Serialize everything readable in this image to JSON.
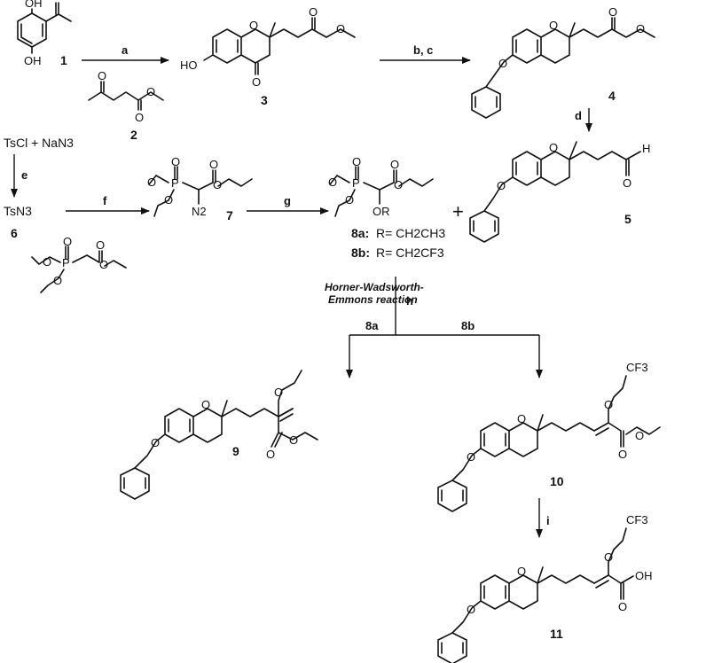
{
  "compounds": {
    "c1": "1",
    "c2": "2",
    "c3": "3",
    "c4": "4",
    "c5": "5",
    "c6": "6",
    "c7": "7",
    "c9": "9",
    "c10": "10",
    "c11": "11",
    "c8a_label": "8a:",
    "c8a_r": "R= CH2CH3",
    "c8b_label": "8b:",
    "c8b_r": "R= CH2CF3"
  },
  "reagents": {
    "tscl_nan3": "TsCl + NaN3",
    "tsn3": "TsN3",
    "plus": "+"
  },
  "conditions": {
    "a": "a",
    "bc": "b, c",
    "d": "d",
    "e": "e",
    "f": "f",
    "g": "g",
    "h": "h",
    "i": "i",
    "branch_8a": "8a",
    "branch_8b": "8b",
    "hwe_line1": "Horner-Wadsworth-",
    "hwe_line2": "Emmons reaction"
  },
  "atoms": {
    "oh": "OH",
    "ho": "HO",
    "o": "O",
    "h": "H",
    "p": "P",
    "n2": "N2",
    "or": "OR",
    "cf3": "CF3"
  },
  "colors": {
    "ink": "#111111",
    "background": "#ffffff"
  }
}
